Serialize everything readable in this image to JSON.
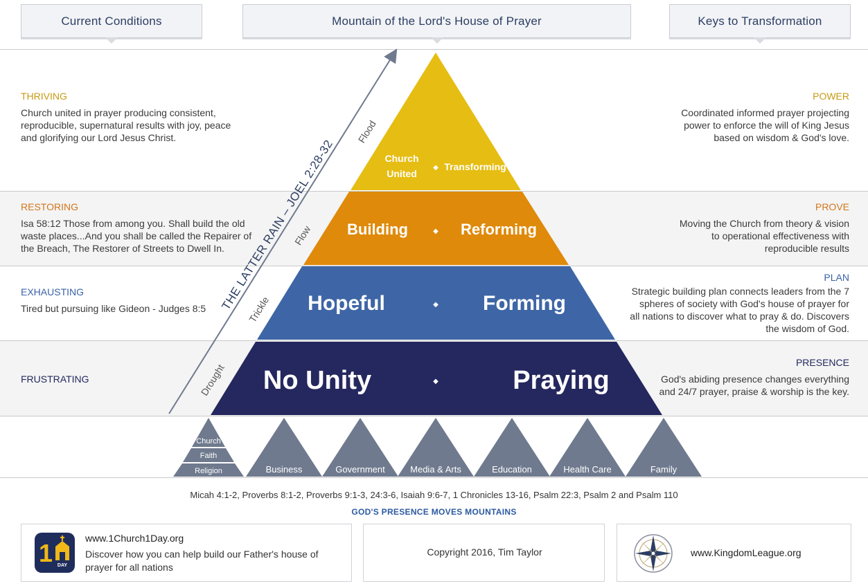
{
  "headers": {
    "left": "Current Conditions",
    "center": "Mountain of the Lord's House of Prayer",
    "right": "Keys to Transformation"
  },
  "conditions": [
    {
      "title": "THRIVING",
      "text": "Church united in prayer producing consistent, reproducible, supernatural results with joy, peace and glorifying our Lord Jesus Christ."
    },
    {
      "title": "RESTORING",
      "text": "Isa 58:12 Those from among you. Shall build the old waste places...And you shall be called the Repairer of the Breach, The Restorer of Streets to Dwell In."
    },
    {
      "title": "EXHAUSTING",
      "text": "Tired but pursuing like Gideon - Judges 8:5"
    },
    {
      "title": "FRUSTRATING",
      "text": ""
    }
  ],
  "keys": [
    {
      "title": "POWER",
      "text": "Coordinated informed prayer projecting power to enforce the will of King Jesus based on wisdom & God's love."
    },
    {
      "title": "PROVE",
      "text": "Moving the Church from theory & vision to operational effectiveness with reproducible results"
    },
    {
      "title": "PLAN",
      "text": "Strategic building plan connects leaders from the 7 spheres of society with God's house of prayer for all nations to discover what to pray & do. Discovers the wisdom of God."
    },
    {
      "title": "PRESENCE",
      "text": "God's abiding presence changes everything and 24/7 prayer, praise & worship is the key."
    }
  ],
  "pyramid": {
    "tier1": {
      "left_line1": "Church",
      "left_line2": "United",
      "right": "Transforming",
      "color": "#e6bd12"
    },
    "tier2": {
      "left": "Building",
      "right": "Reforming",
      "color": "#df8a0b"
    },
    "tier3": {
      "left": "Hopeful",
      "right": "Forming",
      "color": "#3e66a6"
    },
    "tier4": {
      "left": "No Unity",
      "right": "Praying",
      "color": "#25285e"
    },
    "separator": "◆"
  },
  "rain_arrow": {
    "label": "THE LATTER RAIN – JOEL 2:28-32",
    "stages": [
      "Drought",
      "Trickle",
      "Flow",
      "Flood"
    ]
  },
  "spheres": {
    "stack": [
      "Church",
      "Faith",
      "Religion"
    ],
    "items": [
      "Business",
      "Government",
      "Media & Arts",
      "Education",
      "Health Care",
      "Family"
    ],
    "color": "#6f7a8e"
  },
  "footer": {
    "references": "Micah 4:1-2, Proverbs 8:1-2, Proverbs 9:1-3, 24:3-6, Isaiah 9:6-7, 1 Chronicles 13-16, Psalm 22:3, Psalm 2 and Psalm 110",
    "tagline": "GOD'S PRESENCE MOVES MOUNTAINS",
    "box1_url": "www.1Church1Day.org",
    "box1_text": "Discover how you can help build our Father's house of prayer for all nations",
    "box1_logo_text": "DAY",
    "copyright": "Copyright 2016, Tim Taylor",
    "box3_url": "www.KingdomLeague.org"
  }
}
